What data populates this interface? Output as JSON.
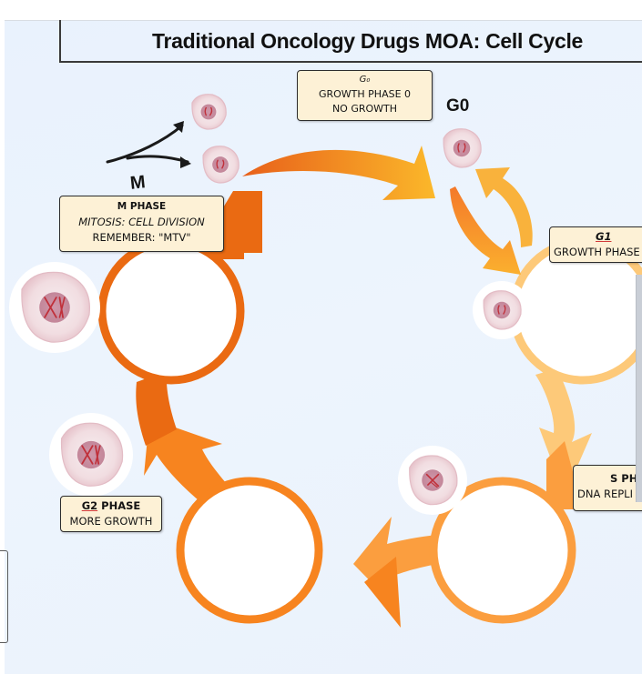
{
  "title": "Traditional Oncology Drugs MOA:  Cell Cycle",
  "colors": {
    "m_phase": "#ea6a12",
    "g2_phase": "#f7841f",
    "s_phase": "#fb9e3f",
    "g1_phase": "#fdc979",
    "g0_arrow": "#f9a830",
    "label_bg": "#fdf1d6",
    "background": "#ecf3fd"
  },
  "phase_markers": {
    "m": "M",
    "g0": "G0"
  },
  "labels": {
    "g0": {
      "line1": "G₀",
      "line2": "Growth Phase 0",
      "line3": "No Growth"
    },
    "m": {
      "line1": "M Phase",
      "line2": "Mitosis: Cell Division",
      "line3": "Remember: \"MTV\""
    },
    "g1": {
      "line1": "G1",
      "line2": "Growth Phase"
    },
    "s": {
      "line1": "S Pha",
      "line2": "DNA Repli"
    },
    "g2": {
      "line1": "G2 Phase",
      "line2": "More Growth"
    }
  },
  "cells": [
    {
      "phase": "m-daughter-top",
      "chromosomes": "two-strands"
    },
    {
      "phase": "m-daughter-bottom",
      "chromosomes": "two-strands"
    },
    {
      "phase": "g0",
      "chromosomes": "two-strands"
    },
    {
      "phase": "g1",
      "chromosomes": "two-strands"
    },
    {
      "phase": "s",
      "chromosomes": "replicating"
    },
    {
      "phase": "g2",
      "chromosomes": "duplicated"
    },
    {
      "phase": "m",
      "chromosomes": "condensed"
    }
  ]
}
